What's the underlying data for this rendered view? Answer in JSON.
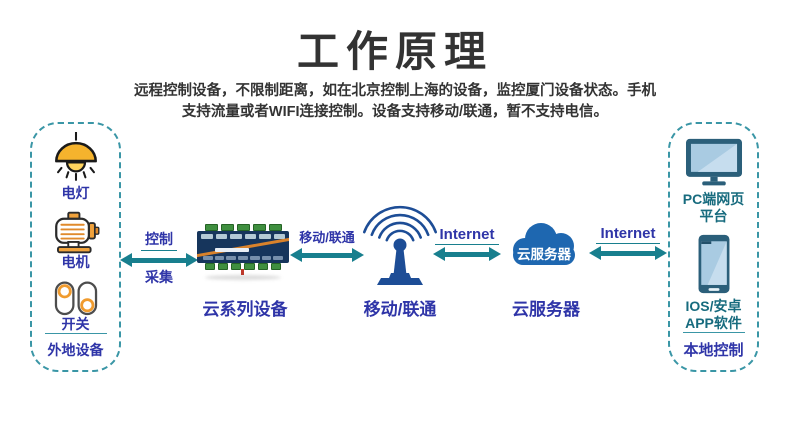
{
  "header": {
    "title": "工作原理",
    "subtitle": "远程控制设备，不限制距离，如在北京控制上海的设备，监控厦门设备状态。手机\n支持流量或者WIFI连接控制。设备支持移动/联通，暂不支持电信。"
  },
  "left_panel": {
    "items": [
      {
        "icon": "lamp-icon",
        "label": "电灯"
      },
      {
        "icon": "motor-icon",
        "label": "电机"
      },
      {
        "icon": "switch-icon",
        "label": "开关"
      }
    ],
    "footer_label": "外地设备"
  },
  "right_panel": {
    "items": [
      {
        "icon": "monitor-icon",
        "label": "PC端网页\n平台"
      },
      {
        "icon": "smartphone-icon",
        "label": "IOS/安卓\nAPP软件"
      }
    ],
    "footer_label": "本地控制"
  },
  "flow": {
    "link1": {
      "label_top": "控制",
      "label_bottom": "采集"
    },
    "link2": {
      "label": "移动/联通"
    },
    "link3": {
      "label": "Internet"
    },
    "link4": {
      "label": "Internet"
    },
    "device_label": "云系列设备",
    "antenna_label": "移动/联通",
    "cloud_label": "云服务器",
    "cloud_icon_text": "云服务器"
  },
  "colors": {
    "accent_teal": "#187f8e",
    "border_teal": "#3a96a6",
    "label_blue": "#2f35a8",
    "label_teal": "#176b7e",
    "cloud_blue": "#1e67b0",
    "antenna_blue": "#1d4d96",
    "device_frame": "#2b5f7a",
    "screen_blue": "#a9cbe2",
    "title_dark": "#333333"
  }
}
